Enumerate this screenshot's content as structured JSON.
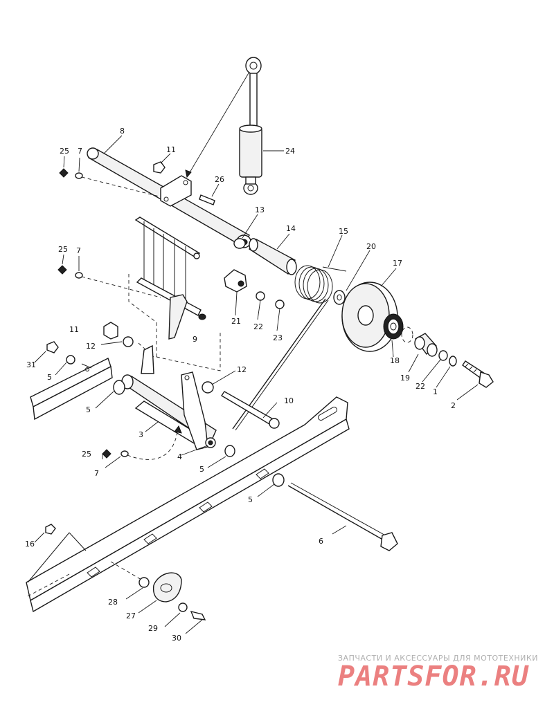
{
  "callouts": {
    "c1": "1",
    "c2": "2",
    "c3": "3",
    "c4": "4",
    "c5a": "5",
    "c5b": "5",
    "c5c": "5",
    "c5d": "5",
    "c6": "6",
    "c7a": "7",
    "c7b": "7",
    "c7c": "7",
    "c8": "8",
    "c9": "9",
    "c10": "10",
    "c11a": "11",
    "c11b": "11",
    "c12a": "12",
    "c12b": "12",
    "c13": "13",
    "c14": "14",
    "c15": "15",
    "c16": "16",
    "c17": "17",
    "c18": "18",
    "c19": "19",
    "c20": "20",
    "c21": "21",
    "c22a": "22",
    "c22b": "22",
    "c23": "23",
    "c24": "24",
    "c25a": "25",
    "c25b": "25",
    "c25c": "25",
    "c26": "26",
    "c27": "27",
    "c28": "28",
    "c29": "29",
    "c30": "30",
    "c31": "31"
  },
  "watermark": {
    "tagline": "ЗАПЧАСТИ И АКСЕССУАРЫ ДЛЯ МОТОТЕХНИКИ",
    "logo": "PARTSFOR.RU"
  }
}
